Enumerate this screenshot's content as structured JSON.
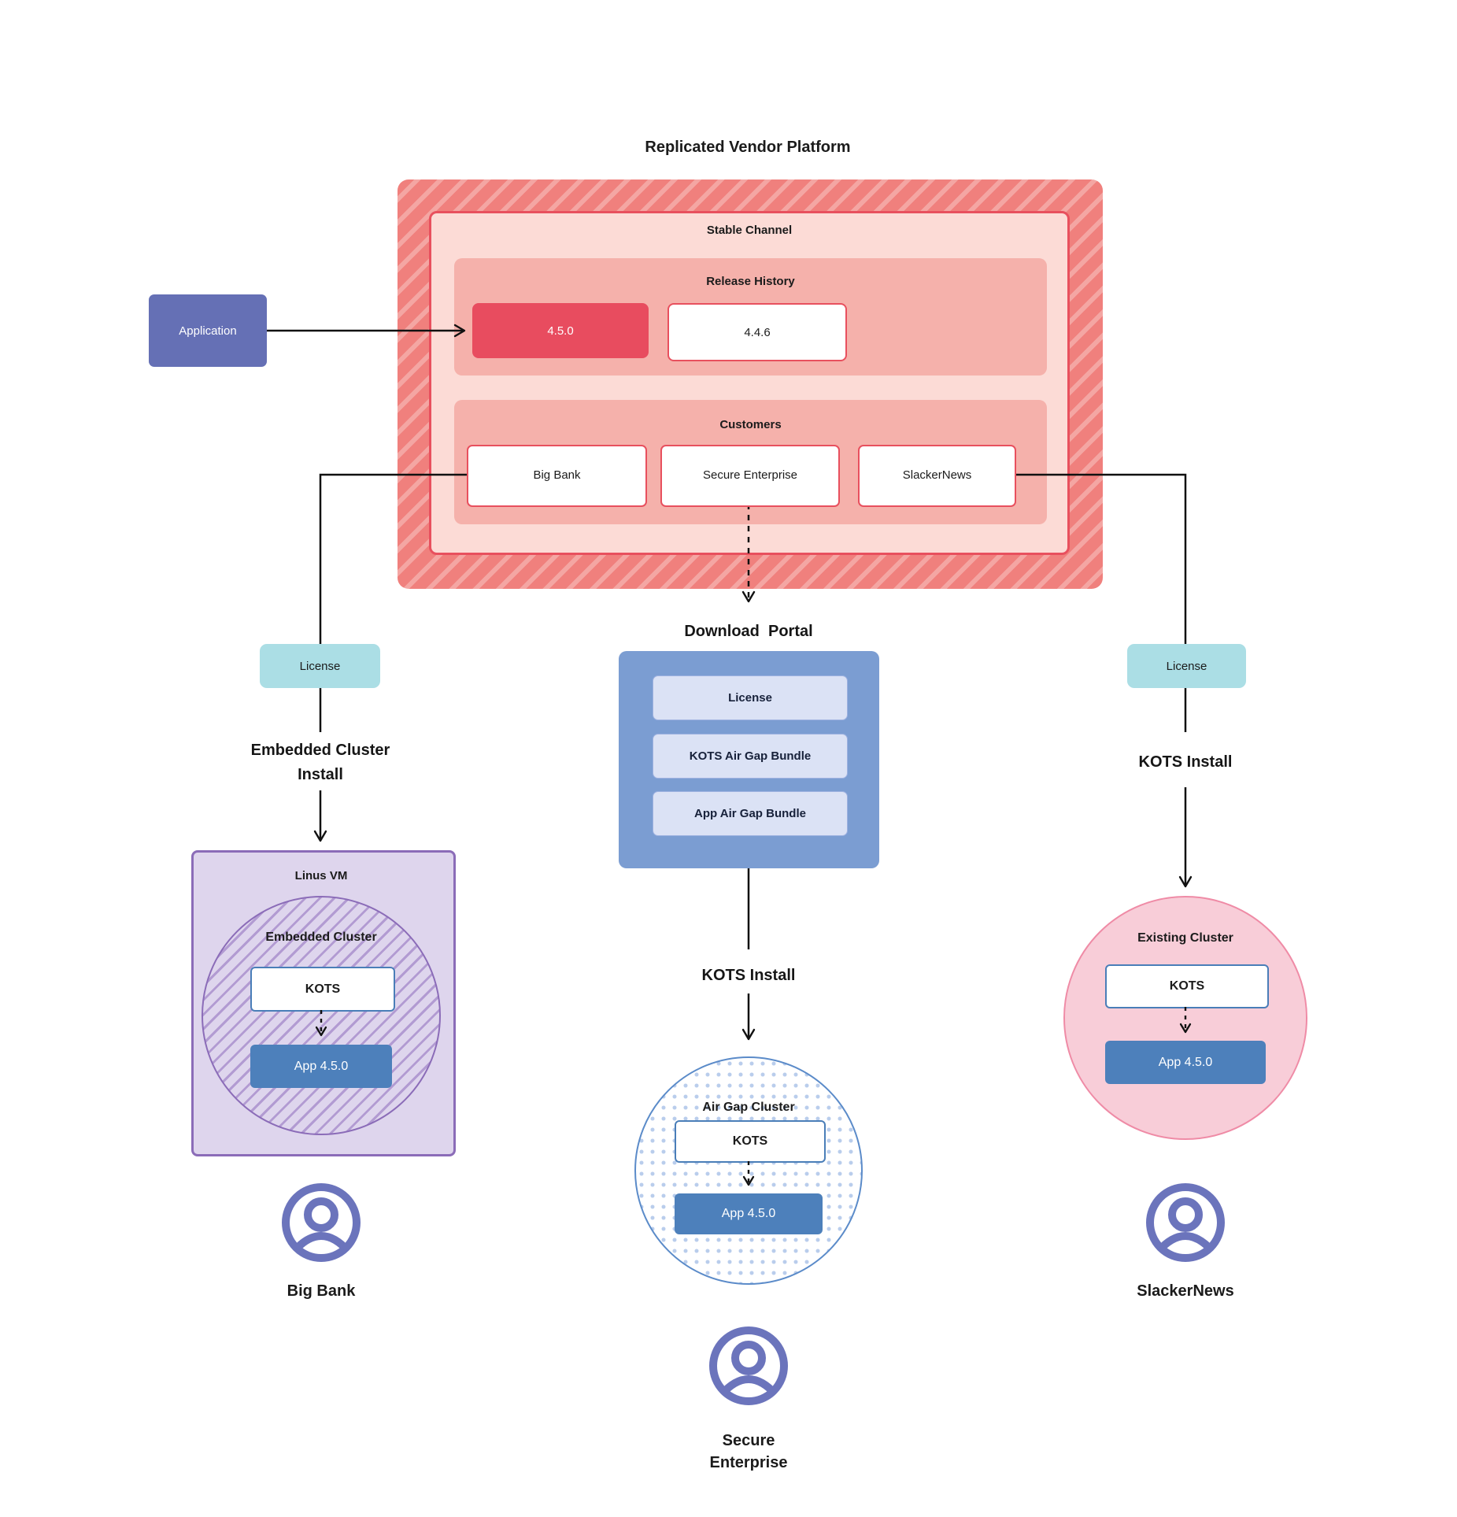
{
  "title": "Replicated Vendor Platform",
  "colors": {
    "hatch_base": "#f0807d",
    "hatch_stripe": "#f4a6a3",
    "channel_fill": "#fcdbd6",
    "channel_border": "#e8505e",
    "section_fill": "#f5b1ab",
    "release_highlight": "#e84c5f",
    "application_purple": "#6570b5",
    "license_teal": "#abdee5",
    "portal_blue": "#7b9dd2",
    "portal_item_fill": "#dbe2f5",
    "app_blue": "#4d80bb",
    "kots_border": "#4a7eb8",
    "vm_fill": "#ded5ed",
    "vm_border": "#8b6cb8",
    "existing_fill": "#f8cdd8",
    "existing_border": "#ef8ba6",
    "person_icon_purple": "#6b74bc"
  },
  "platform": {
    "channel_label": "Stable Channel",
    "release_history": {
      "label": "Release History",
      "current": "4.5.0",
      "previous": "4.4.6"
    },
    "customers": {
      "label": "Customers",
      "big_bank": "Big Bank",
      "secure_enterprise": "Secure Enterprise",
      "slackernews": "SlackerNews"
    }
  },
  "application_label": "Application",
  "left_branch": {
    "license": "License",
    "install": "Embedded Cluster\nInstall",
    "vm_label": "Linus VM",
    "cluster_label": "Embedded Cluster",
    "kots": "KOTS",
    "app": "App 4.5.0",
    "persona": "Big Bank"
  },
  "center_branch": {
    "portal_title": "Download  Portal",
    "portal_items": [
      "License",
      "KOTS Air Gap Bundle",
      "App Air Gap Bundle"
    ],
    "install": "KOTS Install",
    "cluster_label": "Air Gap Cluster",
    "kots": "KOTS",
    "app": "App 4.5.0",
    "persona": "Secure\nEnterprise"
  },
  "right_branch": {
    "license": "License",
    "install": "KOTS Install",
    "cluster_label": "Existing Cluster",
    "kots": "KOTS",
    "app": "App 4.5.0",
    "persona": "SlackerNews"
  }
}
